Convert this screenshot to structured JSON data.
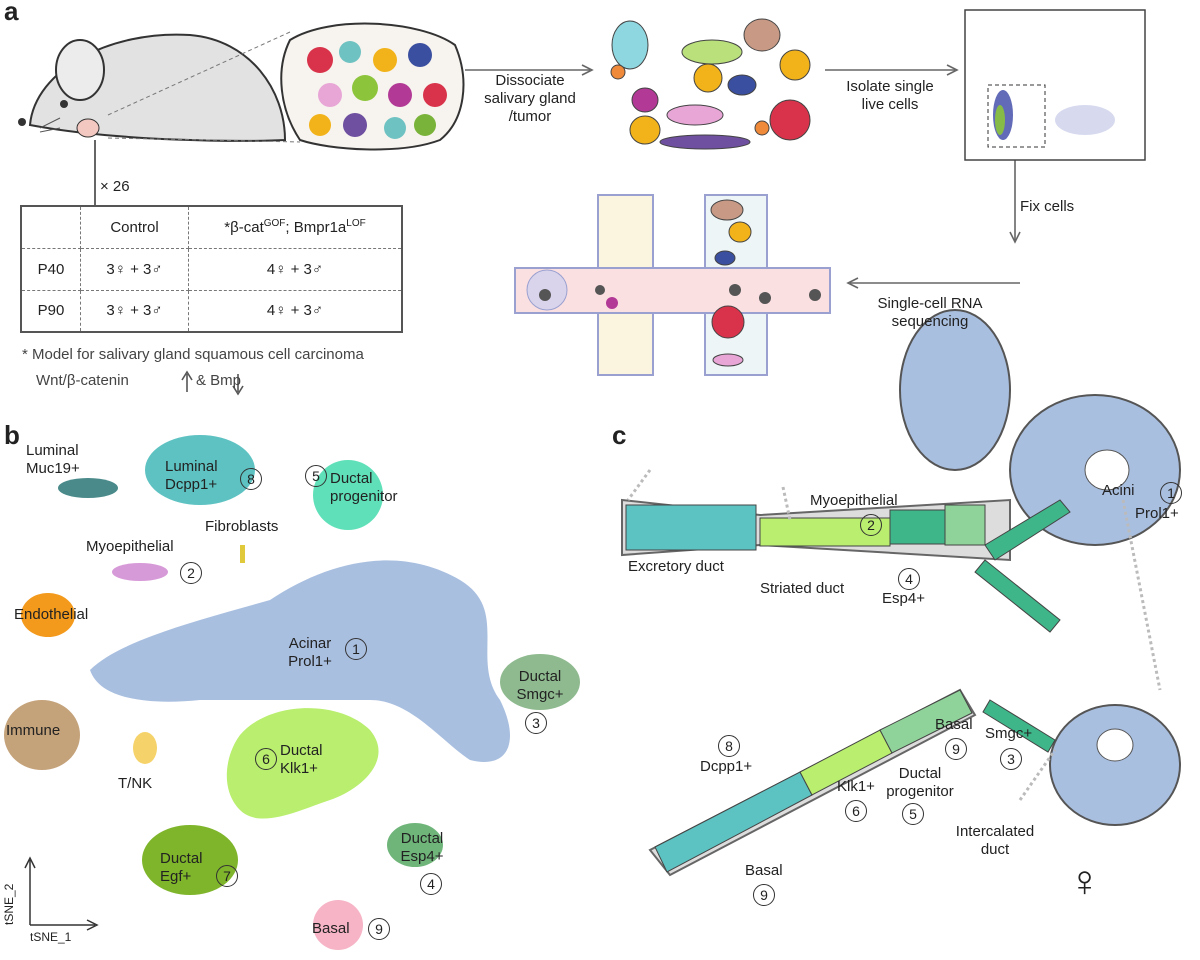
{
  "panels": {
    "a": "a",
    "b": "b",
    "c": "c"
  },
  "panel_a": {
    "step1": [
      "Dissociate",
      "salivary gland",
      "/tumor"
    ],
    "step2": [
      "Isolate single",
      "live cells"
    ],
    "step3": "Fix cells",
    "step4": [
      "Single-cell RNA",
      "sequencing"
    ],
    "replicates": "× 26",
    "table": {
      "headers": [
        "",
        "Control",
        "*β-cat",
        "GOF",
        "; Bmpr1a",
        "LOF"
      ],
      "rows": [
        {
          "age": "P40",
          "control": "3♀ + 3♂",
          "model": "4♀ + 3♂"
        },
        {
          "age": "P90",
          "control": "3♀ + 3♂",
          "model": "4♀ + 3♂"
        }
      ]
    },
    "footnote_line1": "* Model for salivary gland squamous cell carcinoma",
    "footnote_line2_a": "Wnt/β-catenin",
    "footnote_line2_b": "&  Bmp"
  },
  "panel_b": {
    "axis_y": "tSNE_2",
    "axis_x": "tSNE_1",
    "clusters": [
      {
        "name": [
          "Luminal",
          "Muc19+"
        ],
        "num": "",
        "color": "#4a8a8a"
      },
      {
        "name": [
          "Luminal",
          "Dcpp1+"
        ],
        "num": "8",
        "color": "#5fc2c2"
      },
      {
        "name": [
          "Ductal",
          "progenitor"
        ],
        "num": "5",
        "color": "#5fe0b8"
      },
      {
        "name": [
          "Myoepithelial"
        ],
        "num": "2",
        "color": "#d79ad8"
      },
      {
        "name": [
          "Fibroblasts"
        ],
        "num": "",
        "color": "#e0c93a"
      },
      {
        "name": [
          "Endothelial"
        ],
        "num": "",
        "color": "#f39a1c"
      },
      {
        "name": [
          "Acinar",
          "Prol1+"
        ],
        "num": "1",
        "color": "#a9bfe0"
      },
      {
        "name": [
          "Ductal",
          "Smgc+"
        ],
        "num": "3",
        "color": "#8fba8f"
      },
      {
        "name": [
          "Immune"
        ],
        "num": "",
        "color": "#c4a27a"
      },
      {
        "name": [
          "T/NK"
        ],
        "num": "",
        "color": "#f5d36a"
      },
      {
        "name": [
          "Ductal",
          "Klk1+"
        ],
        "num": "6",
        "color": "#b9ee6e"
      },
      {
        "name": [
          "Ductal",
          "Esp4+"
        ],
        "num": "4",
        "color": "#6fb57a"
      },
      {
        "name": [
          "Ductal",
          "Egf+"
        ],
        "num": "7",
        "color": "#7fb52a"
      },
      {
        "name": [
          "Basal"
        ],
        "num": "9",
        "color": "#f6b4c6"
      }
    ]
  },
  "panel_c": {
    "labels": {
      "myoepithelial": "Myoepithelial",
      "acini": "Acini",
      "prol1": "Prol1+",
      "excretory": "Excretory duct",
      "striated": "Striated duct",
      "esp4": "Esp4+",
      "basal_a": "Basal",
      "smgc": "Smgc+",
      "dcpp1": "Dcpp1+",
      "klk1": "Klk1+",
      "ductal_prog": [
        "Ductal",
        "progenitor"
      ],
      "intercalated": [
        "Intercalated",
        "duct"
      ],
      "basal_b": "Basal",
      "female": "♀"
    },
    "nums": {
      "myo": "2",
      "prol1": "1",
      "esp4": "4",
      "basal_a": "9",
      "smgc": "3",
      "dcpp1": "8",
      "klk1": "6",
      "prog": "5",
      "basal_b": "9"
    }
  }
}
